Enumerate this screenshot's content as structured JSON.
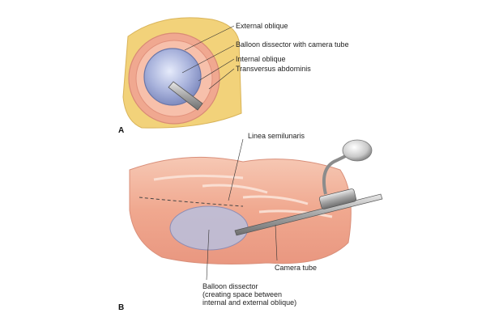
{
  "panels": [
    {
      "letter": "A"
    },
    {
      "letter": "B"
    }
  ],
  "labels": {
    "external_oblique": "External oblique",
    "balloon_dissector_camera": "Balloon dissector with camera tube",
    "internal_oblique": "Internal oblique",
    "transversus_abdominis": "Transversus abdominis",
    "linea_semilunaris": "Linea semilunaris",
    "camera_tube": "Camera tube",
    "balloon_dissector_lines": [
      "Balloon dissector",
      "(creating space between",
      "internal and external oblique)"
    ]
  },
  "colors": {
    "fat_yellow": "#f2d27a",
    "muscle_pink": "#f0a890",
    "tissue_light": "#f7c9b6",
    "balloon_blue": "#9aa6d2",
    "instrument_gray": "#9a9a9a"
  }
}
